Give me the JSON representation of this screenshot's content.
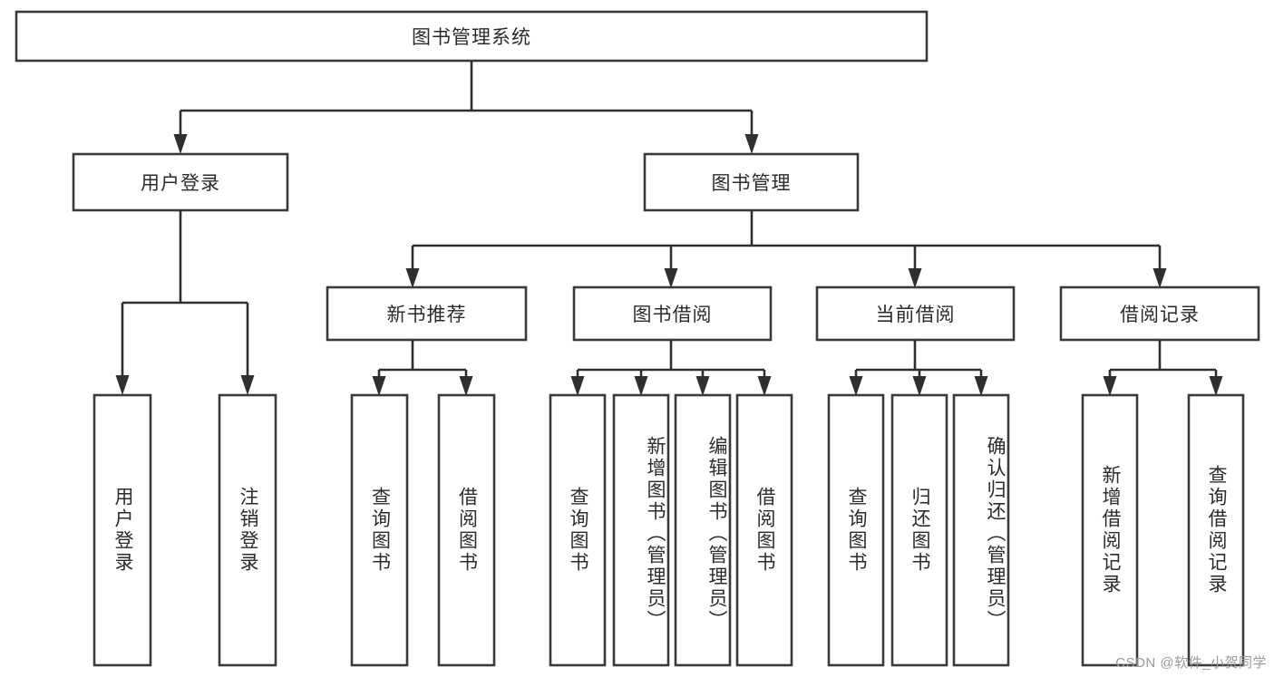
{
  "diagram": {
    "type": "tree-hierarchy-chart",
    "title": "图书管理系统",
    "root": {
      "id": "root",
      "label": "图书管理系统"
    },
    "level2": [
      {
        "id": "user-login",
        "label": "用户登录"
      },
      {
        "id": "book-manage",
        "label": "图书管理"
      }
    ],
    "level3": [
      {
        "id": "new-book-recommend",
        "label": "新书推荐",
        "parent": "book-manage"
      },
      {
        "id": "book-borrow",
        "label": "图书借阅",
        "parent": "book-manage"
      },
      {
        "id": "current-borrow",
        "label": "当前借阅",
        "parent": "book-manage"
      },
      {
        "id": "borrow-record",
        "label": "借阅记录",
        "parent": "book-manage"
      }
    ],
    "leaves": [
      {
        "id": "leaf-user-login",
        "label": "用户登录",
        "parent": "user-login"
      },
      {
        "id": "leaf-user-logout",
        "label": "注销登录",
        "parent": "user-login"
      },
      {
        "id": "leaf-query-book-1",
        "label": "查询图书",
        "parent": "new-book-recommend"
      },
      {
        "id": "leaf-borrow-book-1",
        "label": "借阅图书",
        "parent": "new-book-recommend"
      },
      {
        "id": "leaf-query-book-2",
        "label": "查询图书",
        "parent": "book-borrow"
      },
      {
        "id": "leaf-add-book",
        "label": "新增图书（管理员）",
        "parent": "book-borrow"
      },
      {
        "id": "leaf-edit-book",
        "label": "编辑图书（管理员）",
        "parent": "book-borrow"
      },
      {
        "id": "leaf-borrow-book-2",
        "label": "借阅图书",
        "parent": "book-borrow"
      },
      {
        "id": "leaf-query-book-3",
        "label": "查询图书",
        "parent": "current-borrow"
      },
      {
        "id": "leaf-return-book",
        "label": "归还图书",
        "parent": "current-borrow"
      },
      {
        "id": "leaf-confirm-return",
        "label": "确认归还（管理员）",
        "parent": "current-borrow"
      },
      {
        "id": "leaf-add-record",
        "label": "新增借阅记录",
        "parent": "borrow-record"
      },
      {
        "id": "leaf-query-record",
        "label": "查询借阅记录",
        "parent": "borrow-record"
      }
    ],
    "watermark": "CSDN @软件_小贺同学",
    "colors": {
      "box_stroke": "#3a3a3a",
      "box_fill": "#ffffff",
      "connector": "#2f2f2f",
      "text": "#2b2b2b",
      "background": "#ffffff",
      "watermark": "#9a9a9a"
    }
  }
}
